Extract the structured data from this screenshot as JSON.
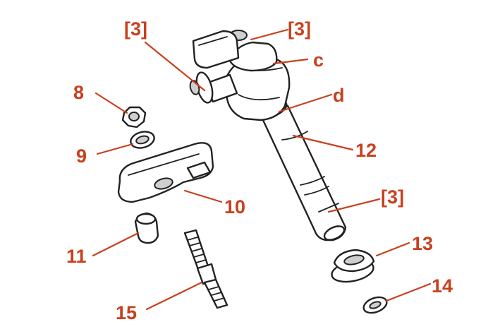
{
  "labels": {
    "ref3_top_left": "[3]",
    "ref3_top_right": "[3]",
    "ref3_lower": "[3]",
    "c": "c",
    "d": "d",
    "p8": "8",
    "p9": "9",
    "p10": "10",
    "p11": "11",
    "p12": "12",
    "p13": "13",
    "p14": "14",
    "p15": "15"
  },
  "colors": {
    "callout": "#c8401e",
    "outline": "#222222"
  }
}
